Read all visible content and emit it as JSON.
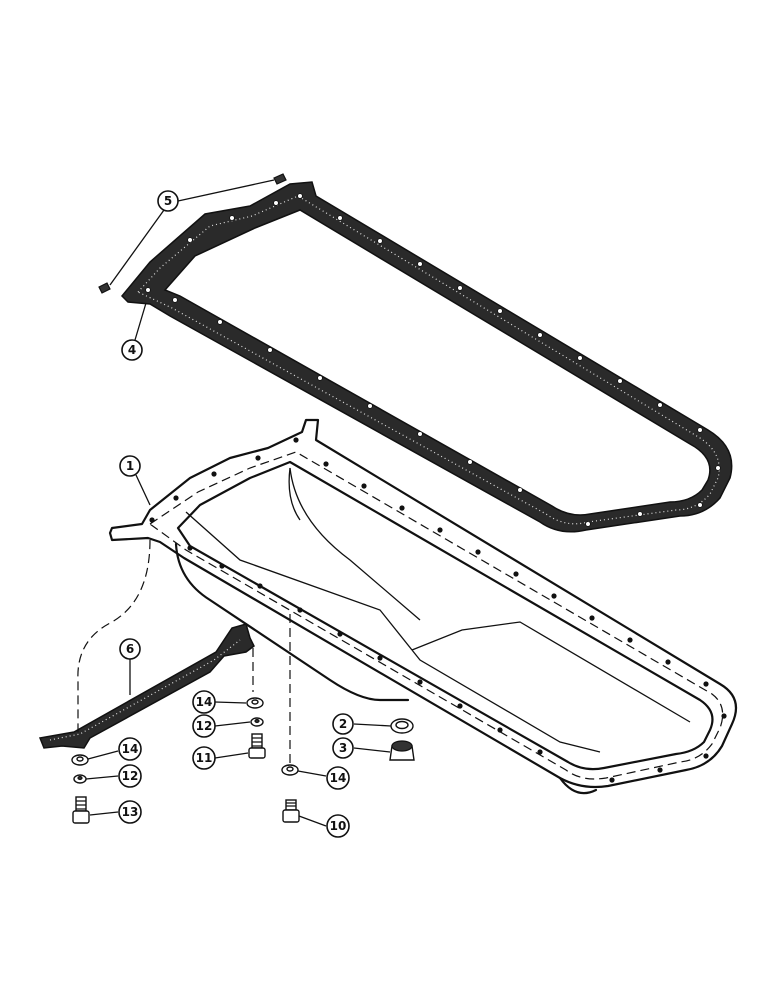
{
  "callouts": [
    {
      "id": "c1",
      "label": "1",
      "part": "oil-pan"
    },
    {
      "id": "c2",
      "label": "2",
      "part": "drain-plug-gasket"
    },
    {
      "id": "c3",
      "label": "3",
      "part": "drain-plug"
    },
    {
      "id": "c4",
      "label": "4",
      "part": "oil-pan-gasket"
    },
    {
      "id": "c5",
      "label": "5",
      "part": "gasket-end-pieces"
    },
    {
      "id": "c6",
      "label": "6",
      "part": "rear-seal-gasket"
    },
    {
      "id": "c10",
      "label": "10",
      "part": "cap-screw"
    },
    {
      "id": "c11",
      "label": "11",
      "part": "cap-screw"
    },
    {
      "id": "c12a",
      "label": "12",
      "part": "lock-washer"
    },
    {
      "id": "c12b",
      "label": "12",
      "part": "lock-washer"
    },
    {
      "id": "c13",
      "label": "13",
      "part": "cap-screw"
    },
    {
      "id": "c14a",
      "label": "14",
      "part": "flat-washer"
    },
    {
      "id": "c14b",
      "label": "14",
      "part": "flat-washer"
    },
    {
      "id": "c14c",
      "label": "14",
      "part": "flat-washer"
    }
  ]
}
